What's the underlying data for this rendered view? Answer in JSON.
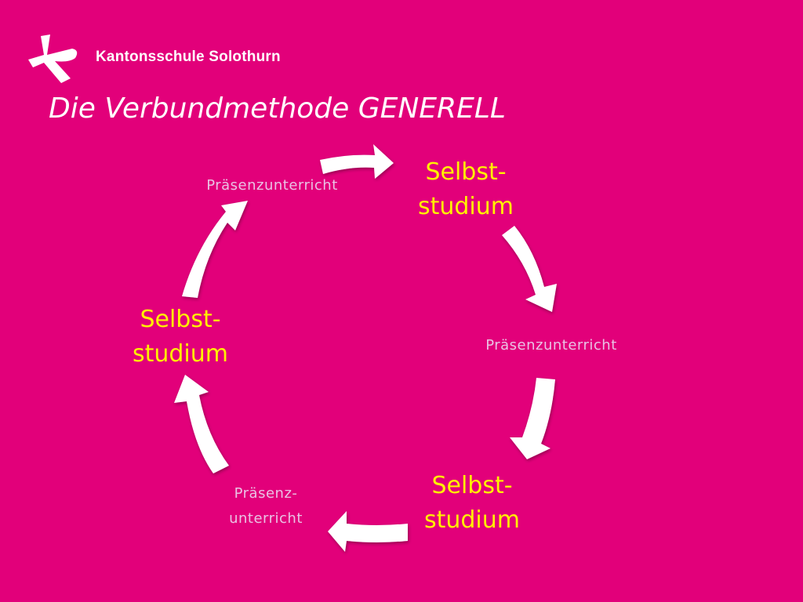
{
  "header": {
    "school_name": "Kantonsschule Solothurn",
    "logo_icon": "kantonsschule-k-logo-icon"
  },
  "slide": {
    "title": "Die Verbundmethode GENERELL"
  },
  "cycle": {
    "colors": {
      "background": "#E2007A",
      "study_text": "#FFF200",
      "class_text": "#E9C2E4",
      "arrow": "#FFFFFF"
    },
    "nodes": [
      {
        "id": "selbststudium-1",
        "line1": "Selbst-",
        "line2": "studium"
      },
      {
        "id": "praesenz-1",
        "line1": "Präsenzunterricht"
      },
      {
        "id": "selbststudium-2",
        "line1": "Selbst-",
        "line2": "studium"
      },
      {
        "id": "praesenz-2",
        "line1": "Präsenz-",
        "line2": "unterricht"
      },
      {
        "id": "selbststudium-3",
        "line1": "Selbst-",
        "line2": "studium"
      },
      {
        "id": "praesenz-3",
        "line1": "Präsenzunterricht"
      }
    ]
  }
}
